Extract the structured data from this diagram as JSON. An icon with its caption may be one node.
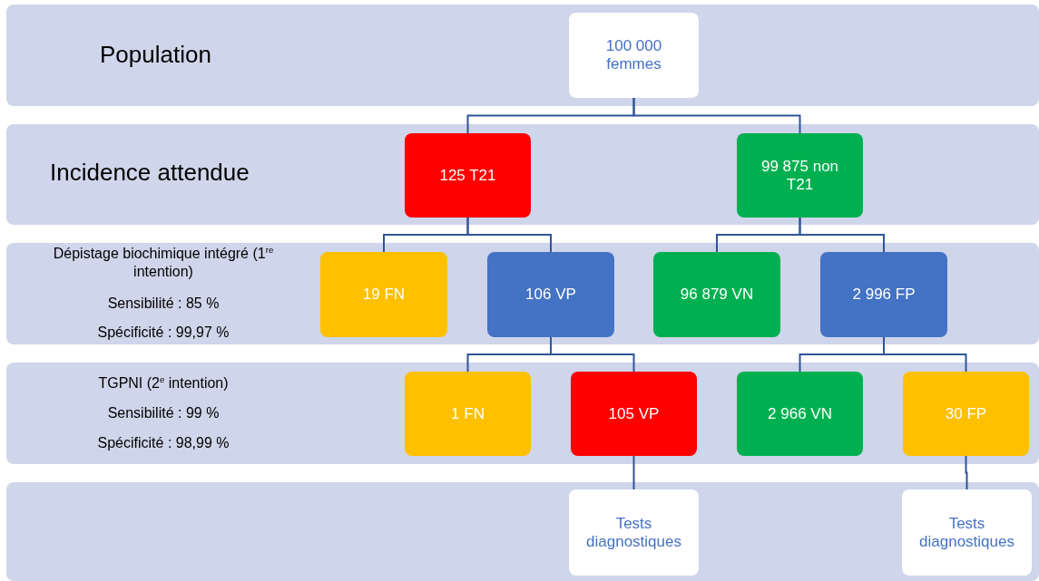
{
  "diagram": {
    "nodes": [
      {
        "text": [
          "Population"
        ]
      },
      {
        "text": [
          "100 000 femmes"
        ],
        "in": 0
      },
      {
        "text": [
          "Incidence attendue"
        ]
      },
      {
        "text": [
          "125 T21"
        ],
        "in": 2
      },
      {
        "text": [
          "99 875 non T21"
        ],
        "in": 2
      },
      {
        "text": [
          "Dépistage biochimique intégré (1$^{re}$ intention)",
          "Sensibilité : 85 %",
          "Spécificité : 99,97 %"
        ]
      },
      {
        "text": [
          "19 FN"
        ],
        "in": 5
      },
      {
        "text": [
          "106 VP"
        ],
        "in": 5
      },
      {
        "text": [
          "96 879 VN"
        ],
        "in": 5
      },
      {
        "text": [
          "2 996 FP"
        ],
        "in": 5
      },
      {
        "text": [
          "TGPNI (2$^{e}$ intention)",
          "Sensibilité : 99 %",
          "Spécificité : 98,99 %"
        ]
      },
      {
        "text": [
          "1 FN"
        ],
        "in": 10
      },
      {
        "text": [
          "105 VP"
        ],
        "in": 10
      },
      {
        "text": [
          "2 966 VN"
        ],
        "in": 10
      },
      {
        "text": [
          "30 FP"
        ],
        "in": 10
      },
      {
        "text": [],
        "shape": "box"
      },
      {
        "text": [
          "Tests diagnostiques"
        ],
        "in": 15
      },
      {
        "text": [
          "Tests diagnostiques"
        ],
        "in": 15
      }
    ],
    "edges": [
      {
        "from": 1,
        "to": 3,
        "arrow": "none"
      },
      {
        "from": 1,
        "to": 4,
        "arrow": "none"
      },
      {
        "from": 3,
        "to": 6,
        "arrow": "none"
      },
      {
        "from": 3,
        "to": 7,
        "arrow": "none"
      },
      {
        "from": 4,
        "to": 8,
        "arrow": "none"
      },
      {
        "from": 4,
        "to": 9,
        "arrow": "none"
      },
      {
        "from": 7,
        "to": 11,
        "arrow": "none"
      },
      {
        "from": 7,
        "to": 12,
        "arrow": "none"
      },
      {
        "from": 9,
        "to": 13,
        "arrow": "none"
      },
      {
        "from": 9,
        "to": 14,
        "arrow": "none"
      },
      {
        "from": 12,
        "to": 16,
        "arrow": "none"
      },
      {
        "from": 14,
        "to": 17,
        "arrow": "none"
      }
    ]
  }
}
